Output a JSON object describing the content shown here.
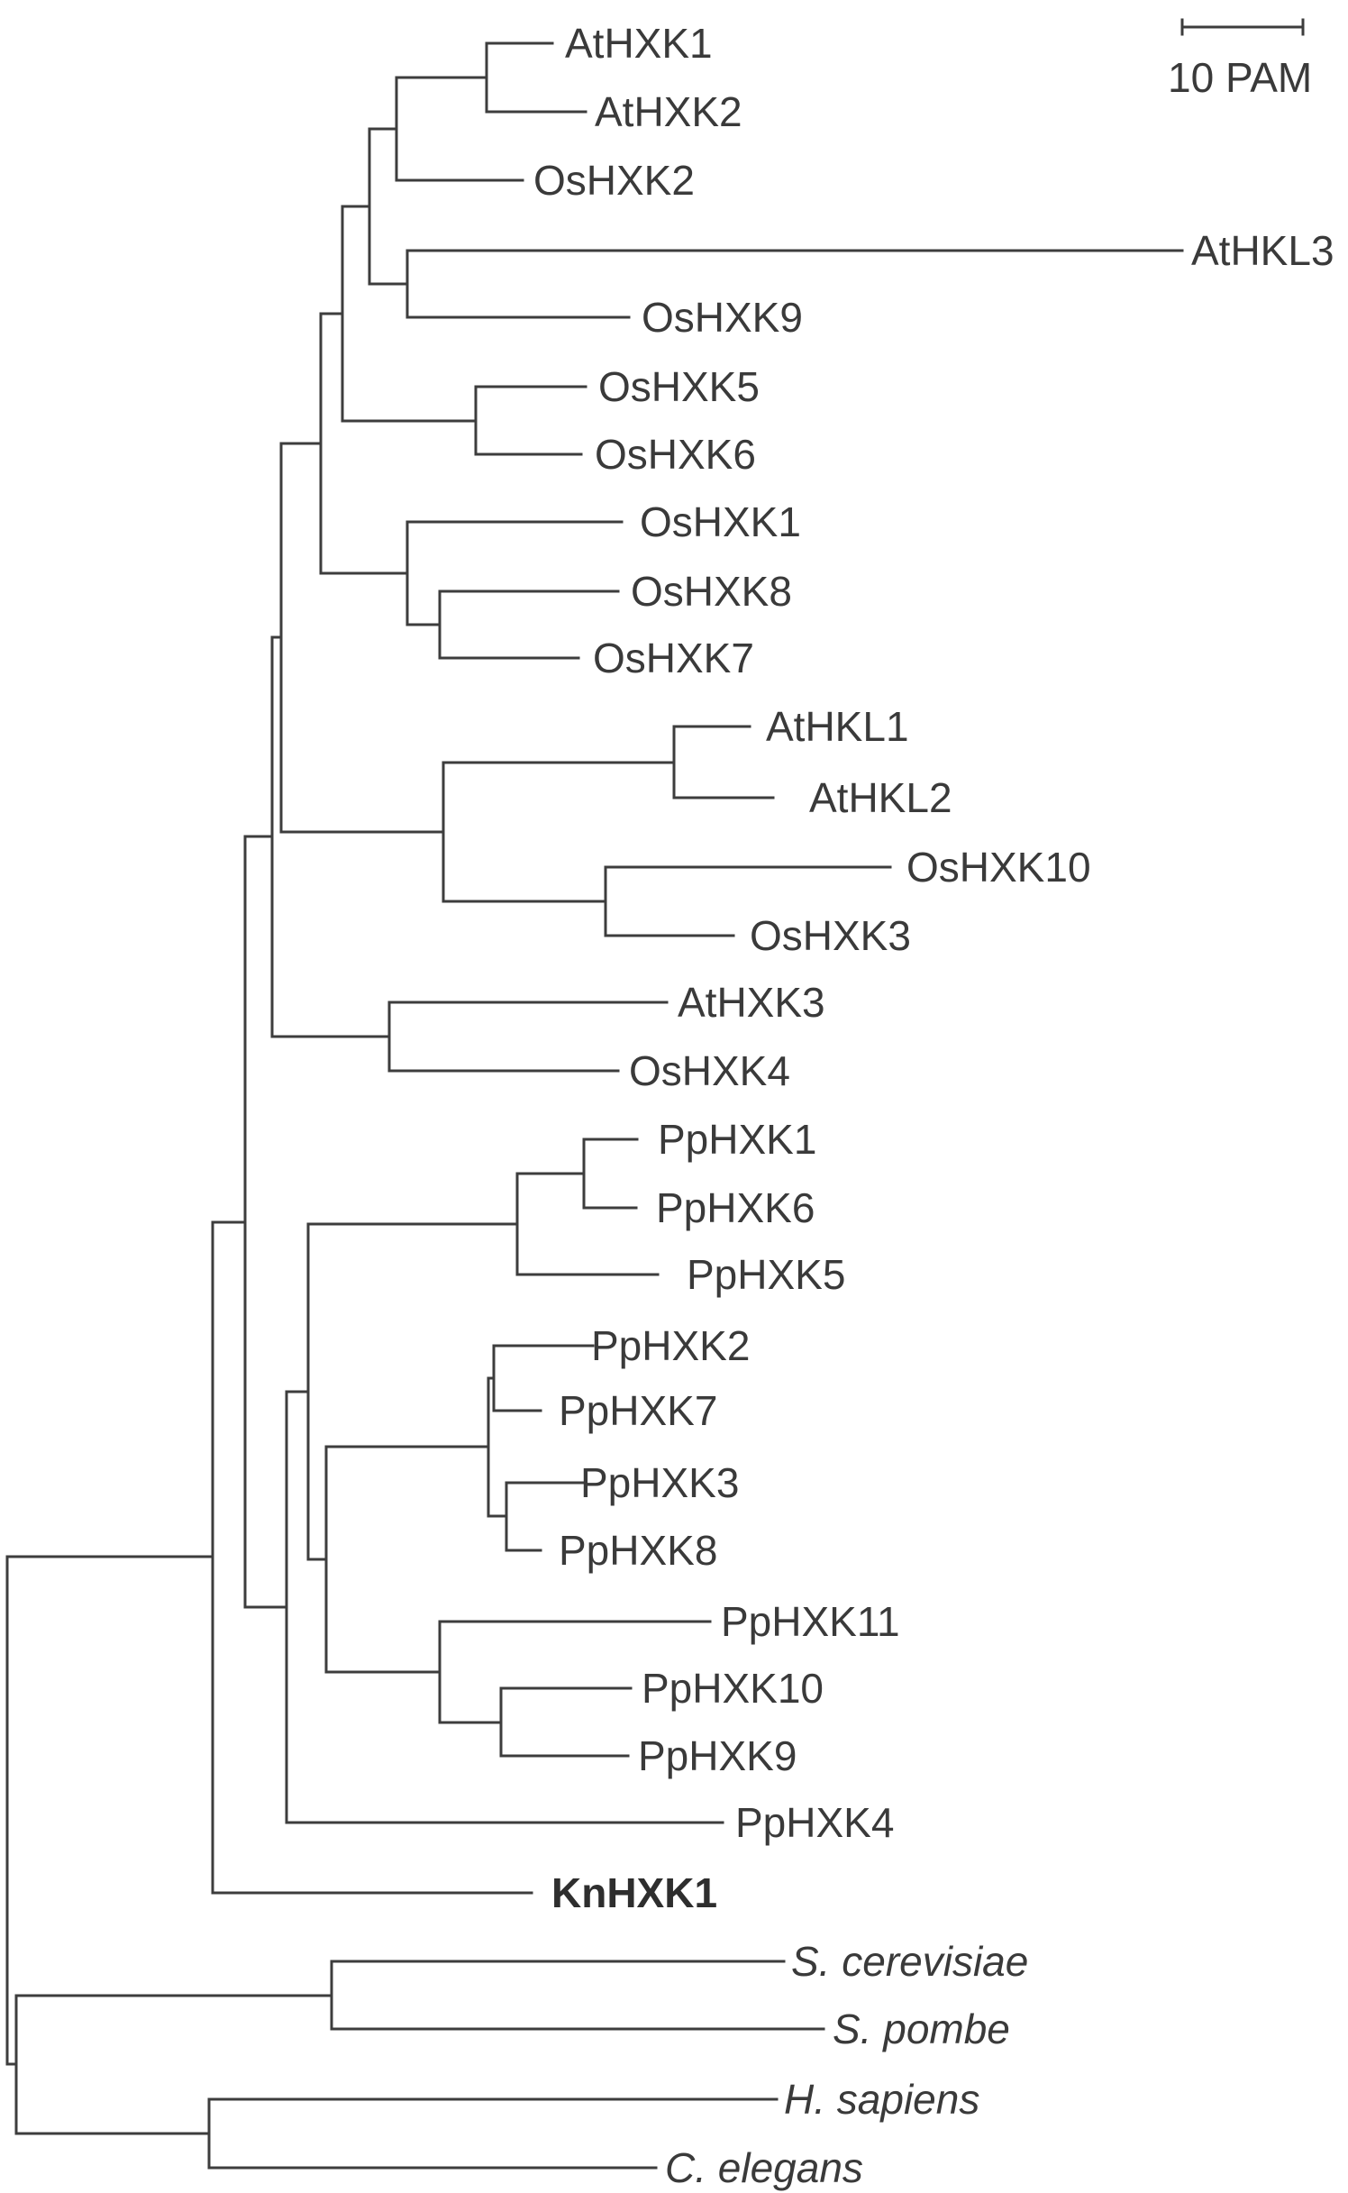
{
  "scale_bar": {
    "label": "10 PAM"
  },
  "leaves": {
    "AtHXK1": "AtHXK1",
    "AtHXK2": "AtHXK2",
    "OsHXK2": "OsHXK2",
    "AtHKL3": "AtHKL3",
    "OsHXK9": "OsHXK9",
    "OsHXK5": "OsHXK5",
    "OsHXK6": "OsHXK6",
    "OsHXK1": "OsHXK1",
    "OsHXK8": "OsHXK8",
    "OsHXK7": "OsHXK7",
    "AtHKL1": "AtHKL1",
    "AtHKL2": "AtHKL2",
    "OsHXK10": "OsHXK10",
    "OsHXK3": "OsHXK3",
    "AtHXK3": "AtHXK3",
    "OsHXK4": "OsHXK4",
    "PpHXK1": "PpHXK1",
    "PpHXK6": "PpHXK6",
    "PpHXK5": "PpHXK5",
    "PpHXK2": "PpHXK2",
    "PpHXK7": "PpHXK7",
    "PpHXK3": "PpHXK3",
    "PpHXK8": "PpHXK8",
    "PpHXK11": "PpHXK11",
    "PpHXK10": "PpHXK10",
    "PpHXK9": "PpHXK9",
    "PpHXK4": "PpHXK4",
    "KnHXK1": "KnHXK1",
    "S_cerevisiae": "S. cerevisiae",
    "S_pombe": "S. pombe",
    "H_sapiens": "H. sapiens",
    "C_elegans": "C. elegans"
  }
}
